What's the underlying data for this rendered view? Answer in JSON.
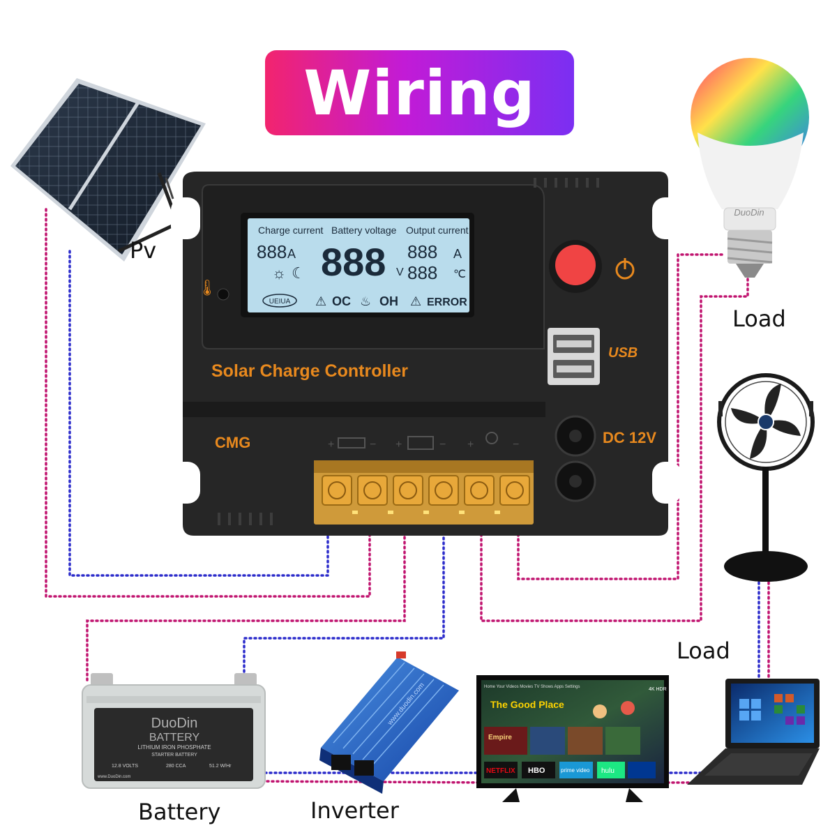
{
  "title": "Wiring",
  "labels": {
    "pv": "Pv",
    "load_top": "Load",
    "load_mid": "Load",
    "battery": "Battery",
    "inverter": "Inverter"
  },
  "controller": {
    "name": "Solar Charge Controller",
    "brand": "CMG",
    "usb": "USB",
    "dc": "DC 12V",
    "lcd": {
      "charge_current": "Charge current",
      "battery_voltage": "Battery voltage",
      "output_current": "Output current",
      "digits_small": "888",
      "digits_big": "888",
      "unit_a": "A",
      "unit_v": "V",
      "unit_c": "℃",
      "logo": "UEIUA",
      "oc": "OC",
      "oh": "OH",
      "error": "ERROR"
    }
  },
  "bulb": {
    "brand": "DuoDin"
  },
  "battery": {
    "brand": "DuoDin",
    "type": "BATTERY",
    "line1": "LITHIUM IRON PHOSPHATE",
    "line2": "STARTER BATTERY",
    "spec1": "12.8 VOLTS",
    "spec2": "280 CCA",
    "spec3": "51.2 W/Hr",
    "website": "www.DuoDin.com"
  },
  "inverter_device": {
    "watermark": "www.duodin.com"
  },
  "tv": {
    "show": "The Good Place",
    "badge": "4K HDR",
    "menu": "Home  Your Videos  Movies  TV Shows  Apps  Settings",
    "apps": [
      "NETFLIX",
      "HBO",
      "prime video",
      "hulu"
    ],
    "tile": "Empire"
  },
  "colors": {
    "pink_wire": "#c0136f",
    "blue_wire": "#2c2ccb",
    "orange": "#e8891e",
    "lcd": "#b9dcec"
  }
}
